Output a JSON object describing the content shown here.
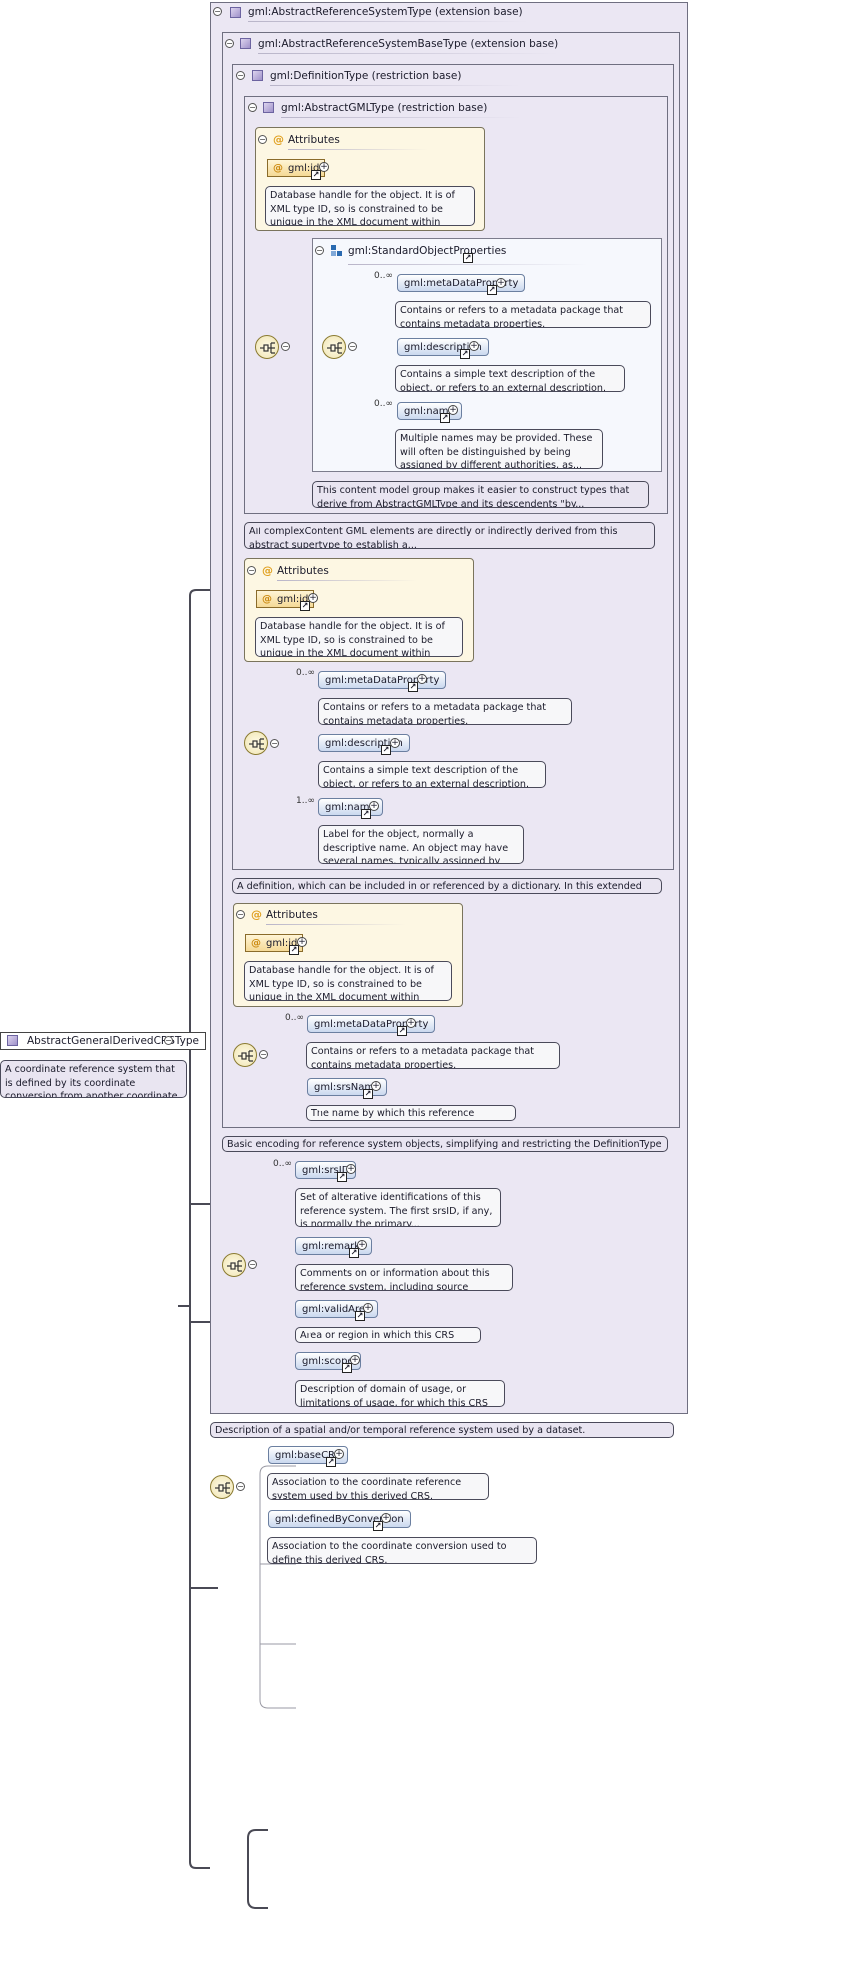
{
  "root": {
    "label": "AbstractGeneralDerivedCRSType",
    "doc": "A coordinate reference system that is defined by its coordinate conversion from another coordinate reference system..."
  },
  "types": {
    "t1": "gml:AbstractReferenceSystemType (extension base)",
    "t2": "gml:AbstractReferenceSystemBaseType (extension base)",
    "t3": "gml:DefinitionType (restriction base)",
    "t4": "gml:AbstractGMLType (restriction base)"
  },
  "attributes_title": "Attributes",
  "gml_id": "gml:id",
  "id_doc": "Database handle for the object. It is of XML type ID, so is constrained to be unique in the XML document within which...",
  "standard_object_properties": "gml:StandardObjectProperties",
  "gml_type": {
    "meta_card": "0..∞",
    "meta": "gml:metaDataProperty",
    "meta_doc": "Contains or refers to a metadata package that contains metadata properties.",
    "desc": "gml:description",
    "desc_doc": "Contains a simple text description of the object, or refers to an external description.",
    "name_card": "0..∞",
    "name": "gml:name",
    "name_doc": "Multiple names may be provided. These will often be distinguished by being assigned by different authorities, as...",
    "group_doc": "This content model group makes it easier to construct types that derive from AbstractGMLType and its descendents \"by...",
    "type_doc": "All complexContent GML elements are directly or indirectly derived from this abstract supertype to establish a..."
  },
  "definition": {
    "meta_card": "0..∞",
    "meta": "gml:metaDataProperty",
    "meta_doc": "Contains or refers to a metadata package that contains metadata properties.",
    "desc": "gml:description",
    "desc_doc": "Contains a simple text description of the object, or refers to an external description.",
    "name_card": "1..∞",
    "name": "gml:name",
    "name_doc": "Label for the object, normally a descriptive name. An object may have several names, typically assigned by different...",
    "type_doc": "A definition, which can be included in or referenced by a dictionary. In this extended type, the inherited..."
  },
  "base": {
    "meta_card": "0..∞",
    "meta": "gml:metaDataProperty",
    "meta_doc": "Contains or refers to a metadata package that contains metadata properties.",
    "srs": "gml:srsName",
    "srs_doc": "The name by which this reference system is identified.",
    "type_doc": "Basic encoding for reference system objects, simplifying and restricting the DefinitionType as needed."
  },
  "refsys": {
    "srsid_card": "0..∞",
    "srsid": "gml:srsID",
    "srsid_doc": "Set of alterative identifications of this reference system. The first srsID, if any, is normally the primary...",
    "remarks": "gml:remarks",
    "remarks_doc": "Comments on or information about this reference system, including source information.",
    "valid": "gml:validArea",
    "valid_doc": "Area or region in which this CRS object is valid.",
    "scope": "gml:scope",
    "scope_doc": "Description of domain of usage, or limitations of usage, for which this CRS object is valid.",
    "type_doc": "Description of a spatial and/or temporal reference system used by a dataset."
  },
  "derived": {
    "base": "gml:baseCRS",
    "base_doc": "Association to the coordinate reference system used by this derived CRS.",
    "conv": "gml:definedByConversion",
    "conv_doc": "Association to the coordinate conversion used to define this derived CRS."
  },
  "icons": {
    "collapse": "minus-toggle-icon",
    "type": "complex-type-icon",
    "attribute": "attribute-at-icon",
    "link": "hyperlink-arrow-icon",
    "expand": "plus-expand-icon",
    "sequence": "sequence-compositor-icon",
    "group": "model-group-icon"
  },
  "colors": {
    "type_panel": "#ebe7f3",
    "attr_panel": "#fdf7e3",
    "element_chip": "#cad8ef",
    "attr_chip": "#f5d996"
  }
}
